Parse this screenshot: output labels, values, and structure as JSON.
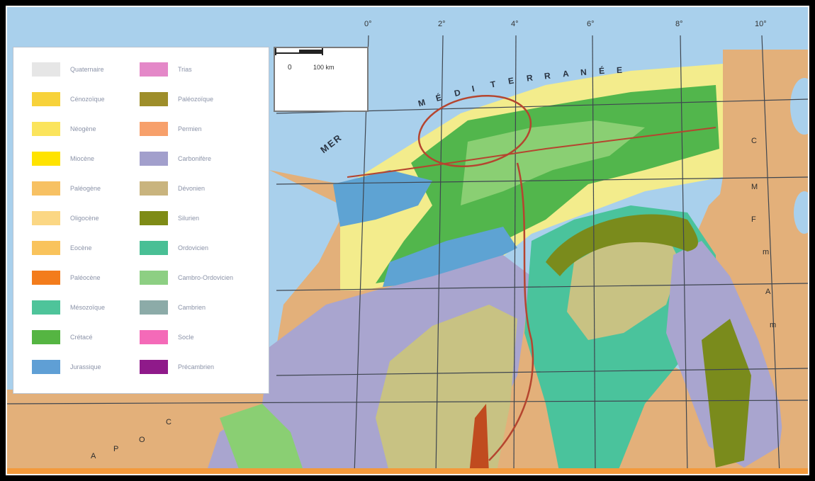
{
  "map": {
    "degree_labels": [
      "0°",
      "2°",
      "4°",
      "6°",
      "8°",
      "10°"
    ],
    "sea_label_letters": [
      "M",
      "É",
      "D",
      "I",
      "T",
      "E",
      "R",
      "R",
      "A",
      "N",
      "É",
      "E"
    ],
    "mer_label": "MER",
    "pacific_letters": [
      "A",
      "P",
      "O",
      "C"
    ],
    "east_letters": [
      "C",
      "M",
      "F",
      "m",
      "A",
      "m"
    ],
    "colors": {
      "sea": "#a9d0ec",
      "land_sand": "#e3b07a",
      "quaternary": "#f3ec8c",
      "cretaceous": "#52b64c",
      "green_light": "#8acf73",
      "jurassic": "#5ea3d3",
      "cambrian": "#a9a5cf",
      "devonian": "#c8c283",
      "silurian": "#7a8b1c",
      "ordovician": "#4ac39c",
      "paleozoic": "#9e8e2a",
      "precambrian_dark": "#c04b1f",
      "boundary": "#b5452f"
    }
  },
  "scale": {
    "zero": "0",
    "distance": "100 km"
  },
  "legend": {
    "items_left": [
      {
        "label": "Quaternaire",
        "color": "#e6e6e6"
      },
      {
        "label": "Cénozoïque",
        "color": "#f7d23a"
      },
      {
        "label": "Néogène",
        "color": "#fbe45c"
      },
      {
        "label": "Miocène",
        "color": "#ffe300"
      },
      {
        "label": "Paléogène",
        "color": "#f7c163"
      },
      {
        "label": "Oligocène",
        "color": "#fbd784"
      },
      {
        "label": "Eocène",
        "color": "#f9c35c"
      },
      {
        "label": "Paléocène",
        "color": "#f37c1c"
      },
      {
        "label": "Mésozoïque",
        "color": "#4ec49a"
      },
      {
        "label": "Crétacé",
        "color": "#55b542"
      },
      {
        "label": "Jurassique",
        "color": "#5f9fd5"
      }
    ],
    "items_right": [
      {
        "label": "Trias",
        "color": "#e488c8"
      },
      {
        "label": "Paléozoïque",
        "color": "#9e8e2a"
      },
      {
        "label": "Permien",
        "color": "#f7a06b"
      },
      {
        "label": "Carbonifère",
        "color": "#a29fcc"
      },
      {
        "label": "Dévonien",
        "color": "#c9b47e"
      },
      {
        "label": "Silurien",
        "color": "#7e8b16"
      },
      {
        "label": "Ordovicien",
        "color": "#49bf95"
      },
      {
        "label": "Cambro-Ordovicien",
        "color": "#8dcf83"
      },
      {
        "label": "Cambrien",
        "color": "#8caba8"
      },
      {
        "label": "Socle",
        "color": "#f46ab8"
      },
      {
        "label": "Précambrien",
        "color": "#8f1a8a"
      }
    ]
  }
}
